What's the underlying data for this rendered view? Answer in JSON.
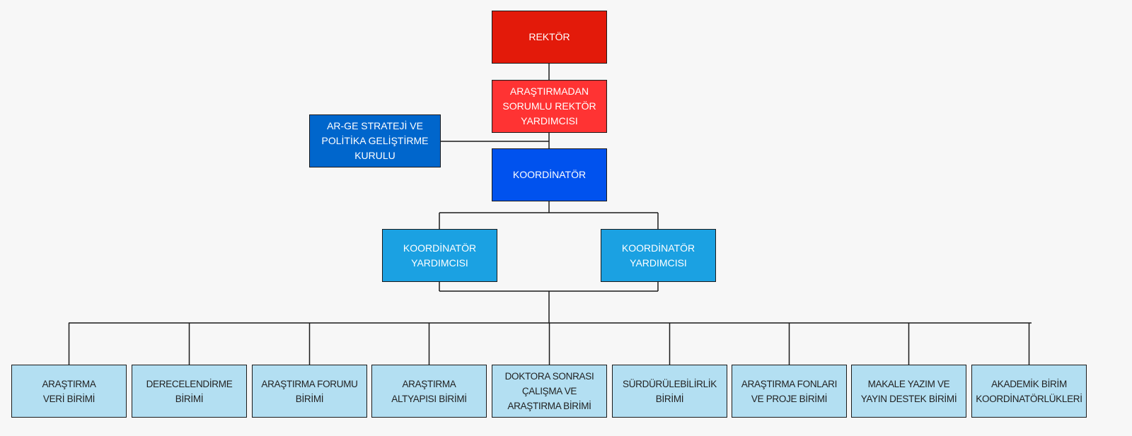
{
  "colors": {
    "rector": "#e31a0a",
    "vice_rector": "#ff3333",
    "board": "#0066cc",
    "coordinator": "#0052ee",
    "assistant": "#1ba1e2",
    "unit": "#b3dff2"
  },
  "rector": "REKTÖR",
  "vice_rector": "ARAŞTIRMADAN\nSORUMLU REKTÖR\nYARDIMCISI",
  "board": "AR-GE STRATEJİ VE\nPOLİTİKA GELİŞTİRME\nKURULU",
  "coordinator": "KOORDİNATÖR",
  "assistants": [
    "KOORDİNATÖR\nYARDIMCISI",
    "KOORDİNATÖR\nYARDIMCISI"
  ],
  "units": [
    "ARAŞTIRMA\nVERİ BİRİMİ",
    "DERECELENDİRME\nBİRİMİ",
    "ARAŞTIRMA FORUMU\nBİRİMİ",
    "ARAŞTIRMA\nALTYAPISI BİRİMİ",
    "DOKTORA SONRASI\nÇALIŞMA VE\nARAŞTIRMA BİRİMİ",
    "SÜRDÜRÜLEBİLİRLİK\nBİRİMİ",
    "ARAŞTIRMA FONLARI\nVE PROJE BİRİMİ",
    "MAKALE YAZIM VE\nYAYIN DESTEK BİRİMİ",
    "AKADEMİK BİRİM\nKOORDİNATÖRLÜKLERİ"
  ]
}
